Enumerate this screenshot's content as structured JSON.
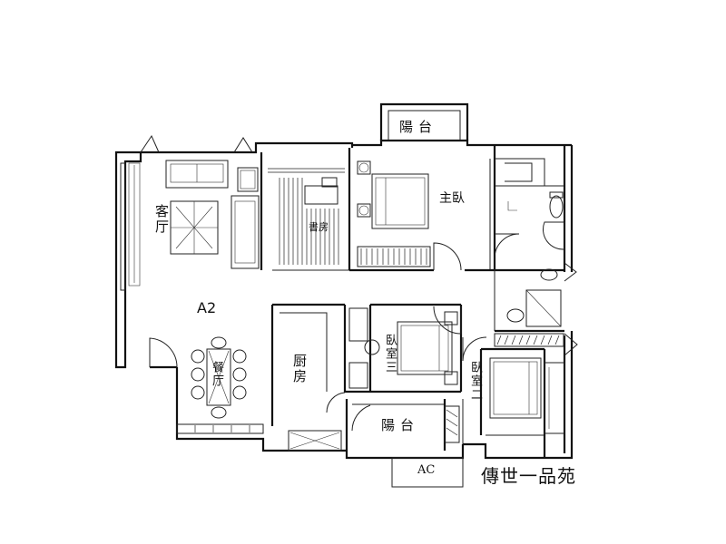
{
  "plan": {
    "code": "A2",
    "caption": "傳世一品苑",
    "ac_label": "AC"
  },
  "rooms": {
    "living_room": "客\n厅",
    "study": "書房",
    "master_bedroom": "主臥",
    "bedroom_upper": "臥室三",
    "bedroom_lower": "臥室二",
    "kitchen": "厨房",
    "dining_room": "餐厅",
    "balcony_top": "陽台",
    "balcony_bottom": "陽台"
  }
}
